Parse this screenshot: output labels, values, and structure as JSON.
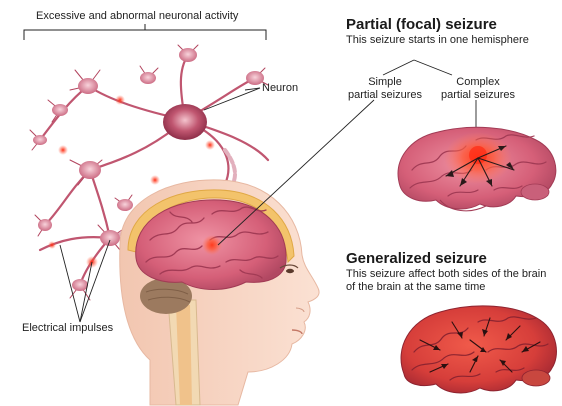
{
  "labels": {
    "neuronal_activity": "Excessive and abnormal neuronal activity",
    "neuron": "Neuron",
    "electrical_impulses": "Electrical impulses"
  },
  "partial": {
    "title": "Partial (focal) seizure",
    "subtitle": "This seizure starts in one hemisphere",
    "simple_line1": "Simple",
    "simple_line2": "partial seizures",
    "complex_line1": "Complex",
    "complex_line2": "partial seizures"
  },
  "generalized": {
    "title": "Generalized seizure",
    "line1": "This seizure affect both sides of the brain",
    "line2": "of the brain at the same time"
  },
  "colors": {
    "neuron": "#b2445e",
    "neuron_light": "#e9a3b4",
    "brain": "#d9697f",
    "brain_fold": "#a23b55",
    "skin": "#f6d7c6",
    "skull": "#f3c36b",
    "cerebellum": "#9c7a5f",
    "hotspot": "#ff2a1a"
  }
}
